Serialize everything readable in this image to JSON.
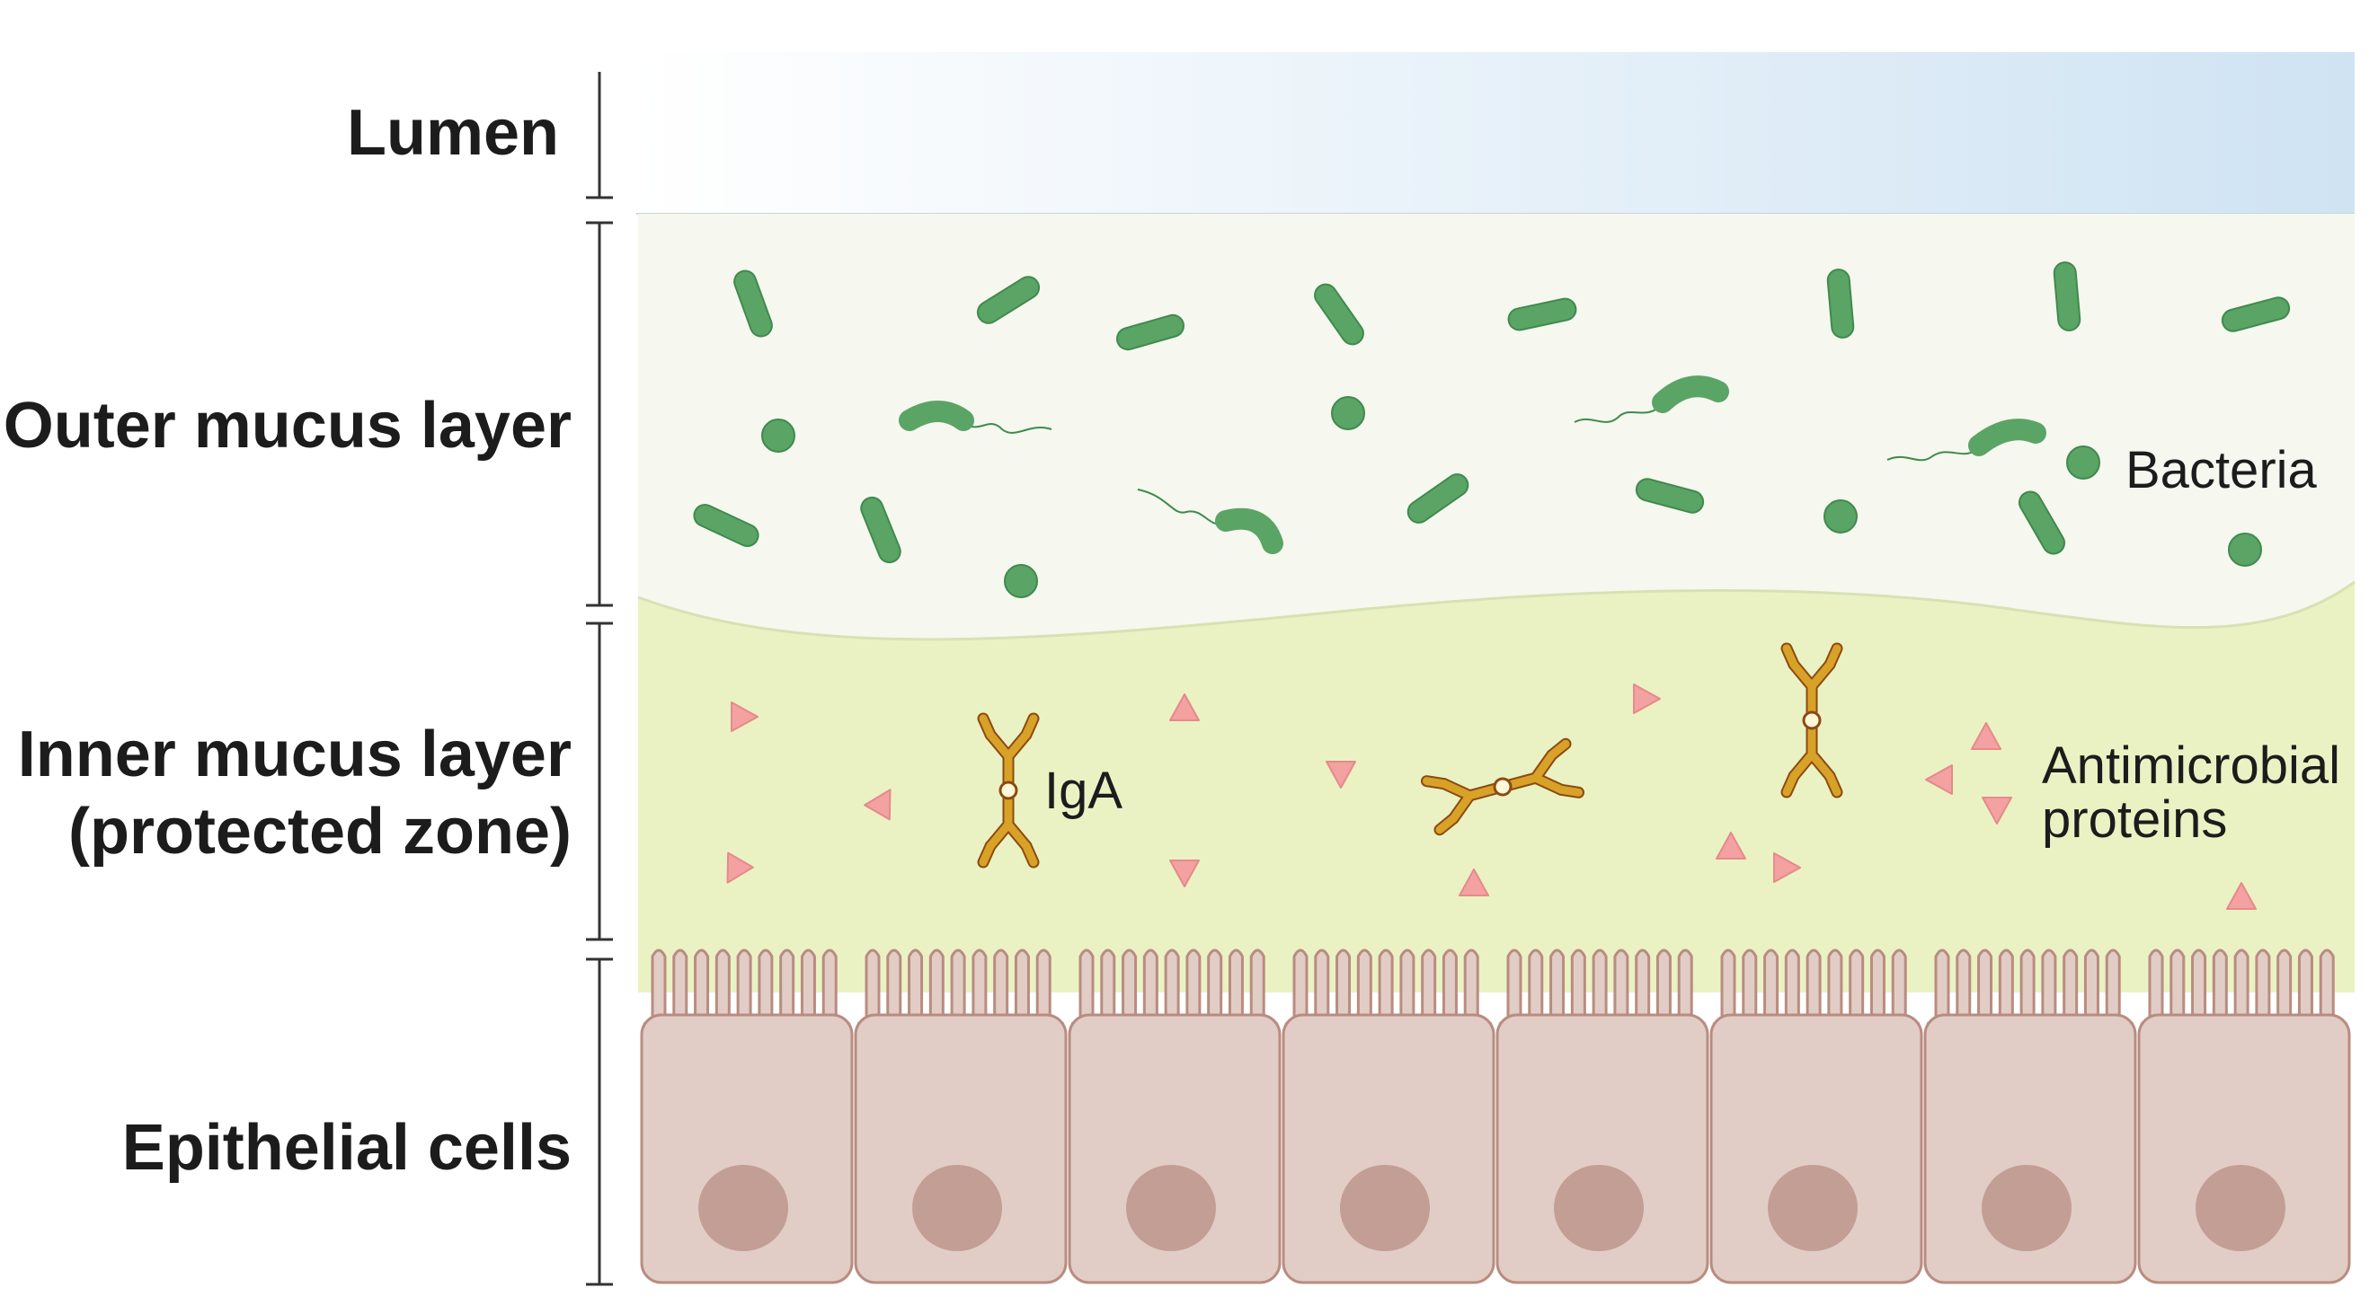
{
  "layers": {
    "lumen": {
      "label": "Lumen"
    },
    "outer": {
      "label": "Outer mucus layer"
    },
    "inner": {
      "label_line1": "Inner mucus layer",
      "label_line2": "(protected zone)"
    },
    "epithelial": {
      "label": "Epithelial cells"
    }
  },
  "annotations": {
    "bacteria": "Bacteria",
    "iga": "IgA",
    "amp_line1": "Antimicrobial",
    "amp_line2": "proteins"
  },
  "colors": {
    "lumen_light": "#ffffff",
    "lumen_dark": "#cfe3f3",
    "outer_mucus": "#f6f7ef",
    "inner_mucus": "#eaf2c4",
    "cell_fill": "#e1cdc6",
    "cell_stroke": "#b98c80",
    "nucleus": "#c39e94",
    "bacteria": "#5aa466",
    "bacteria_stroke": "#3f8a4d",
    "antimicrobial": "#f3a1a1",
    "iga_gold": "#d7a227",
    "iga_dark": "#8c4a12",
    "bracket": "#333333"
  },
  "icons": [
    "rod-bacterium-icon",
    "coccus-bacterium-icon",
    "flagellated-bacterium-icon",
    "iga-antibody-icon",
    "antimicrobial-protein-icon",
    "epithelial-cell-icon",
    "nucleus-icon"
  ]
}
